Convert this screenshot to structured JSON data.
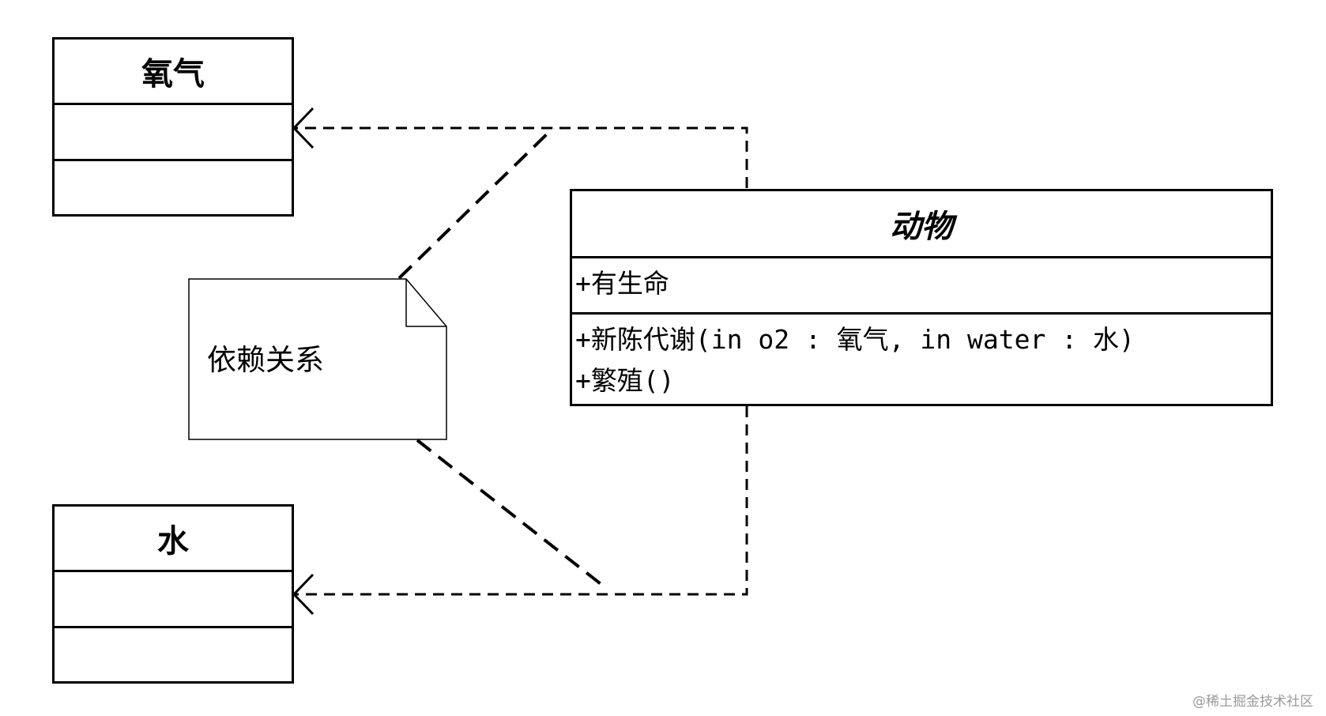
{
  "classes": {
    "oxygen": {
      "name": "氧气"
    },
    "water": {
      "name": "水"
    },
    "animal": {
      "name": "动物",
      "attributes": [
        "+有生命"
      ],
      "operations": [
        "+新陈代谢(in o2 : 氧气, in water : 水)",
        "+繁殖()"
      ]
    }
  },
  "note": {
    "text": "依赖关系"
  },
  "relationships": [
    {
      "type": "dependency",
      "from": "动物",
      "to": "氧气",
      "line": "dashed",
      "arrow": "open"
    },
    {
      "type": "dependency",
      "from": "动物",
      "to": "水",
      "line": "dashed",
      "arrow": "open"
    }
  ],
  "watermark": "@稀土掘金技术社区"
}
